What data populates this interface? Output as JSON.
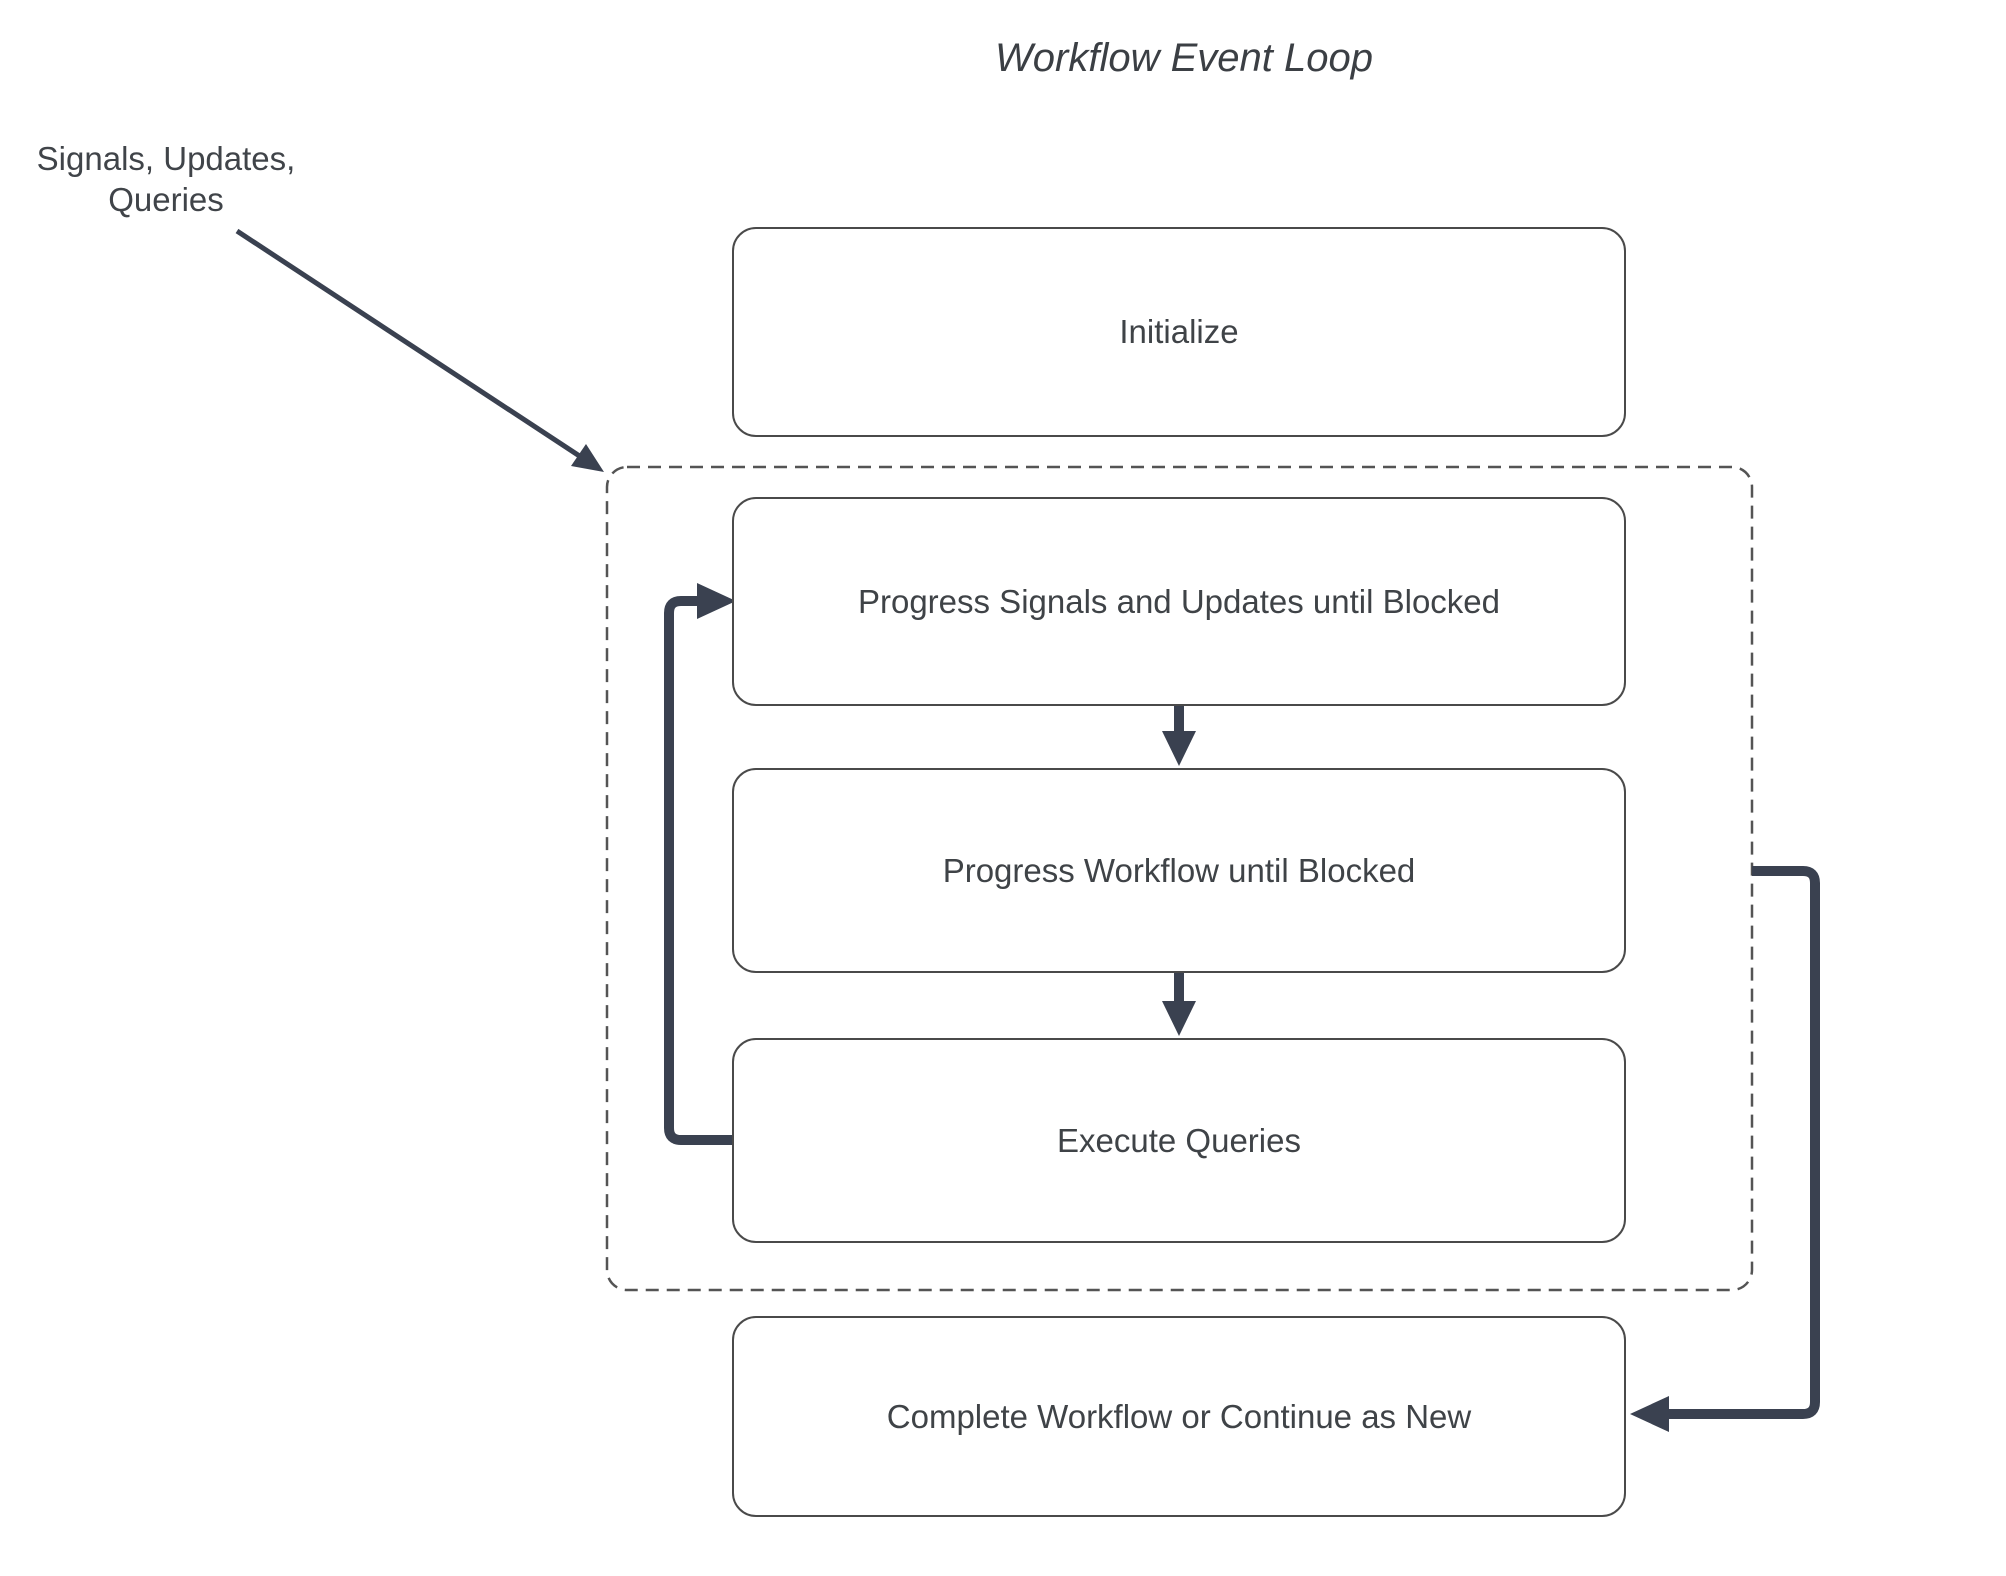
{
  "title": "Workflow Event Loop",
  "annotation": {
    "line1": "Signals, Updates,",
    "line2": "Queries"
  },
  "nodes": {
    "initialize": {
      "label": "Initialize"
    },
    "progress_signals": {
      "label": "Progress Signals and Updates until Blocked"
    },
    "progress_workflow": {
      "label": "Progress Workflow until Blocked"
    },
    "execute_queries": {
      "label": "Execute Queries"
    },
    "complete": {
      "label": "Complete Workflow or Continue as New"
    }
  },
  "containers": {
    "event_loop_group": "dashed rounded rectangle enclosing the three progress/execute nodes"
  },
  "edges": [
    {
      "from": "signals-updates-queries-annotation",
      "to": "event-loop-group",
      "style": "thin diagonal arrow"
    },
    {
      "from": "progress_signals",
      "to": "progress_workflow",
      "style": "short down arrow"
    },
    {
      "from": "progress_workflow",
      "to": "execute_queries",
      "style": "short down arrow"
    },
    {
      "from": "execute_queries",
      "to": "progress_signals",
      "style": "thick left-side loop arrow"
    },
    {
      "from": "event-loop-group",
      "to": "complete",
      "style": "thick right-side elbow arrow"
    }
  ],
  "colors": {
    "background": "#ffffff",
    "node_fill": "#ffffff",
    "node_border": "#4a4a4a",
    "dashed_border": "#545454",
    "text": "#3f4347",
    "arrow": "#3a4150"
  }
}
